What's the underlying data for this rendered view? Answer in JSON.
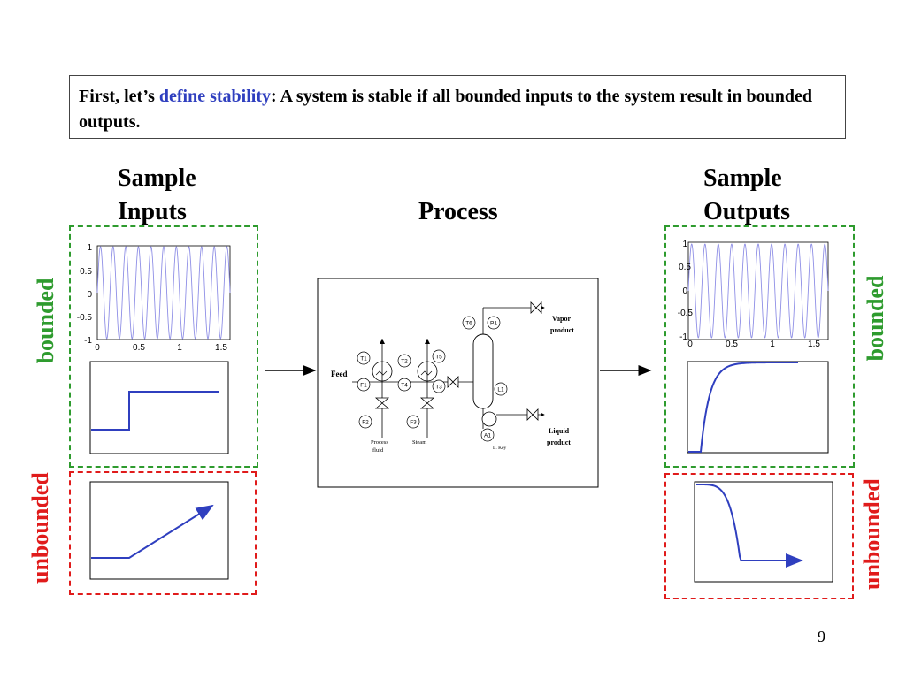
{
  "definition": {
    "prefix": "First, let’s ",
    "highlight": "define stability",
    "rest": ": A system is stable if all bounded inputs to the system result in bounded outputs."
  },
  "headings": {
    "inputs_line1": "Sample",
    "inputs_line2": "Inputs",
    "process": "Process",
    "outputs_line1": "Sample",
    "outputs_line2": "Outputs"
  },
  "side_labels": {
    "bounded_left": "bounded",
    "unbounded_left": "unbounded",
    "bounded_right": "bounded",
    "unbounded_right": "unbounded"
  },
  "sine_plot": {
    "x_ticks": [
      "0",
      "0.5",
      "1",
      "1.5"
    ],
    "y_ticks": [
      "1",
      "0.5",
      "0",
      "-0.5",
      "-1"
    ]
  },
  "process_diagram": {
    "feed": "Feed",
    "vapor": "Vapor",
    "vapor2": "product",
    "liquid": "Liquid",
    "liquid2": "product",
    "process_fluid": "Process",
    "process_fluid2": "fluid",
    "steam": "Steam",
    "lkey": "L. Key",
    "tags": {
      "T1": "T1",
      "T2": "T2",
      "T3": "T3",
      "T4": "T4",
      "T5": "T5",
      "T6": "T6",
      "F1": "F1",
      "F2": "F2",
      "F3": "F3",
      "P1": "P1",
      "L1": "L1",
      "A1": "A1"
    }
  },
  "colors": {
    "bounded": "#2e9b2e",
    "unbounded": "#e01b1b",
    "signal": "#2f3fbf",
    "sine": "#8f8fe6",
    "highlight": "#2f3fbf"
  },
  "page_number": "9"
}
